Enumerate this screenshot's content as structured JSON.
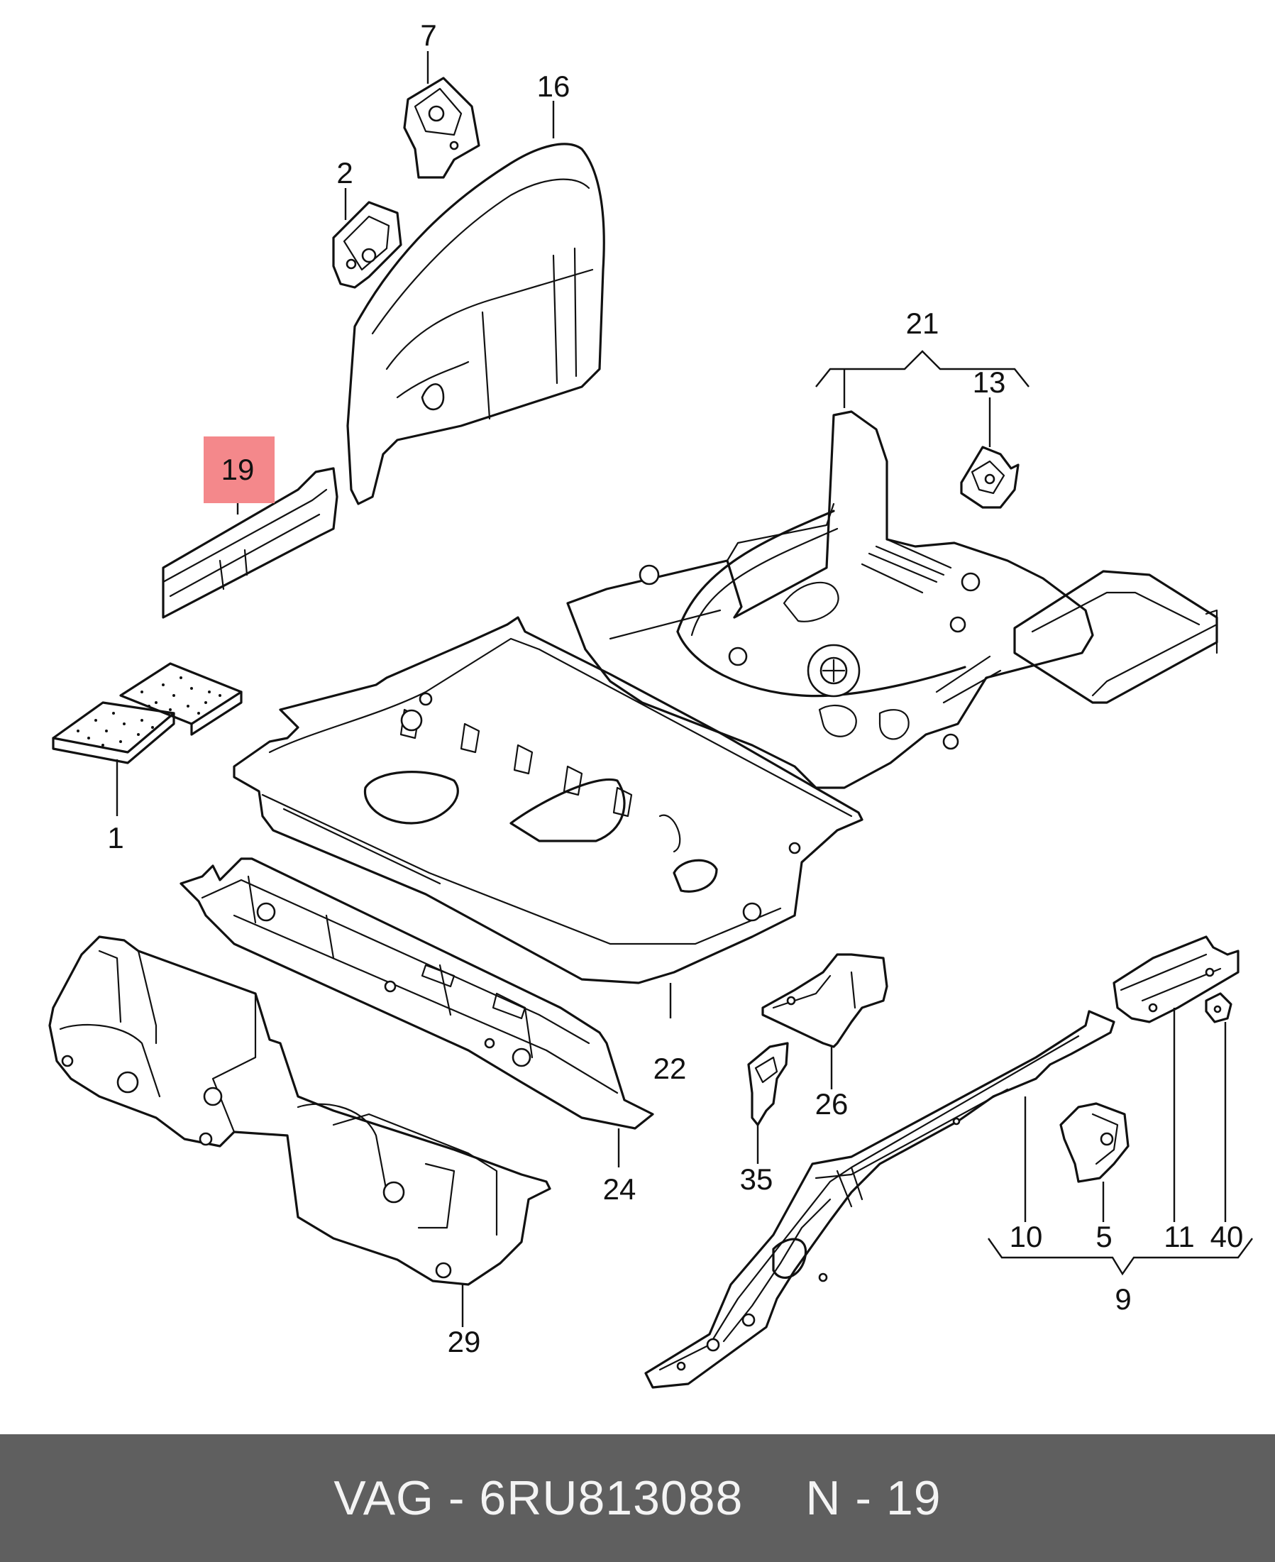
{
  "diagram": {
    "highlight_color": "#f4888b",
    "labels": {
      "p1": "1",
      "p2": "2",
      "p5": "5",
      "p7": "7",
      "p9": "9",
      "p10": "10",
      "p11": "11",
      "p13": "13",
      "p16": "16",
      "p19": "19",
      "p21": "21",
      "p22": "22",
      "p24": "24",
      "p26": "26",
      "p29": "29",
      "p35": "35",
      "p40": "40"
    },
    "highlighted_part": "19"
  },
  "footer": {
    "brand": "VAG",
    "dash": "-",
    "part_number": "6RU813088",
    "position_prefix": "N",
    "position": "19",
    "background": "#5f5f5f"
  }
}
